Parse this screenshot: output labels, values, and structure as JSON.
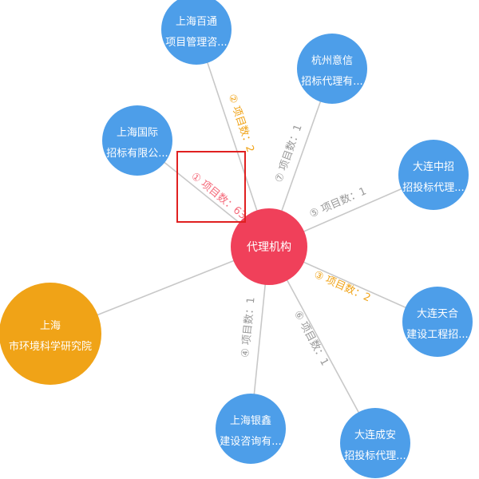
{
  "center": {
    "label": "代理机构",
    "color": "#f0405a"
  },
  "nodes": [
    {
      "id": "shanghai-guoji",
      "line1": "上海国际",
      "line2": "招标有限公...",
      "color": "#4d9ee9"
    },
    {
      "id": "shanghai-baitong",
      "line1": "上海百通",
      "line2": "项目管理咨...",
      "color": "#4d9ee9"
    },
    {
      "id": "hangzhou-yixin",
      "line1": "杭州意信",
      "line2": "招标代理有...",
      "color": "#4d9ee9"
    },
    {
      "id": "dalian-zhongzhao",
      "line1": "大连中招",
      "line2": "招投标代理...",
      "color": "#4d9ee9"
    },
    {
      "id": "dalian-tianhe",
      "line1": "大连天合",
      "line2": "建设工程招...",
      "color": "#4d9ee9"
    },
    {
      "id": "dalian-chengan",
      "line1": "大连成安",
      "line2": "招投标代理...",
      "color": "#4d9ee9"
    },
    {
      "id": "shanghai-yinxin",
      "line1": "上海银鑫",
      "line2": "建设咨询有...",
      "color": "#4d9ee9"
    },
    {
      "id": "shanghai-huanke",
      "line1": "上海",
      "line2": "市环境科学研究院",
      "color": "#f0a317"
    }
  ],
  "edges": [
    {
      "target": "shanghai-guoji",
      "label": "① 项目数：63",
      "color": "#f46b7b"
    },
    {
      "target": "shanghai-baitong",
      "label": "② 项目数：2",
      "color": "#f0a317"
    },
    {
      "target": "dalian-tianhe",
      "label": "③ 项目数：2",
      "color": "#f0a317"
    },
    {
      "target": "shanghai-yinxin",
      "label": "④ 项目数：1",
      "color": "#999999"
    },
    {
      "target": "dalian-zhongzhao",
      "label": "⑤ 项目数：1",
      "color": "#999999"
    },
    {
      "target": "dalian-chengan",
      "label": "⑥ 项目数：1",
      "color": "#999999"
    },
    {
      "target": "hangzhou-yixin",
      "label": "⑦ 项目数：1",
      "color": "#999999"
    },
    {
      "target": "shanghai-huanke",
      "label": "",
      "color": "#999999"
    }
  ]
}
